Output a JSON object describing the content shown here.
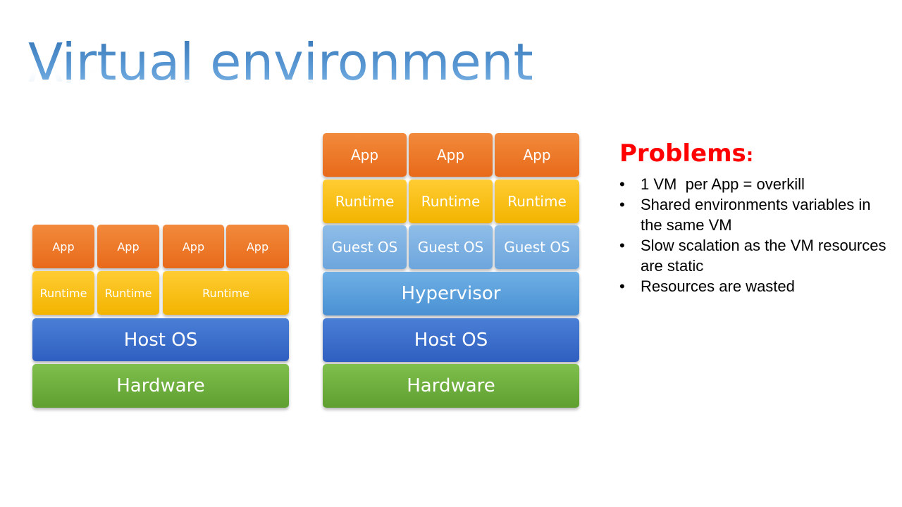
{
  "title": "Virtual environment",
  "left_stack": {
    "apps": [
      "App",
      "App",
      "App",
      "App"
    ],
    "runtimes": [
      "Runtime",
      "Runtime",
      "Runtime"
    ],
    "host_os": "Host OS",
    "hardware": "Hardware"
  },
  "right_stack": {
    "apps": [
      "App",
      "App",
      "App"
    ],
    "runtimes": [
      "Runtime",
      "Runtime",
      "Runtime"
    ],
    "guest_os": [
      "Guest OS",
      "Guest OS",
      "Guest OS"
    ],
    "hypervisor": "Hypervisor",
    "host_os": "Host OS",
    "hardware": "Hardware"
  },
  "problems": {
    "heading": "Problems",
    "colon": ":",
    "bullet": "•",
    "items": [
      "1 VM  per App = overkill",
      "Shared environments variables in the same VM",
      "Slow scalation as the VM resources are static",
      "Resources are wasted"
    ]
  },
  "colors": {
    "orange": "#e86a1a",
    "yellow": "#f3b400",
    "light_blue": "#6da6dd",
    "mid_blue": "#4a91d3",
    "dark_blue": "#2f5fc0",
    "green": "#5f9f30",
    "problems_red": "#ff0000",
    "title_blue": "#4f8fcb"
  }
}
